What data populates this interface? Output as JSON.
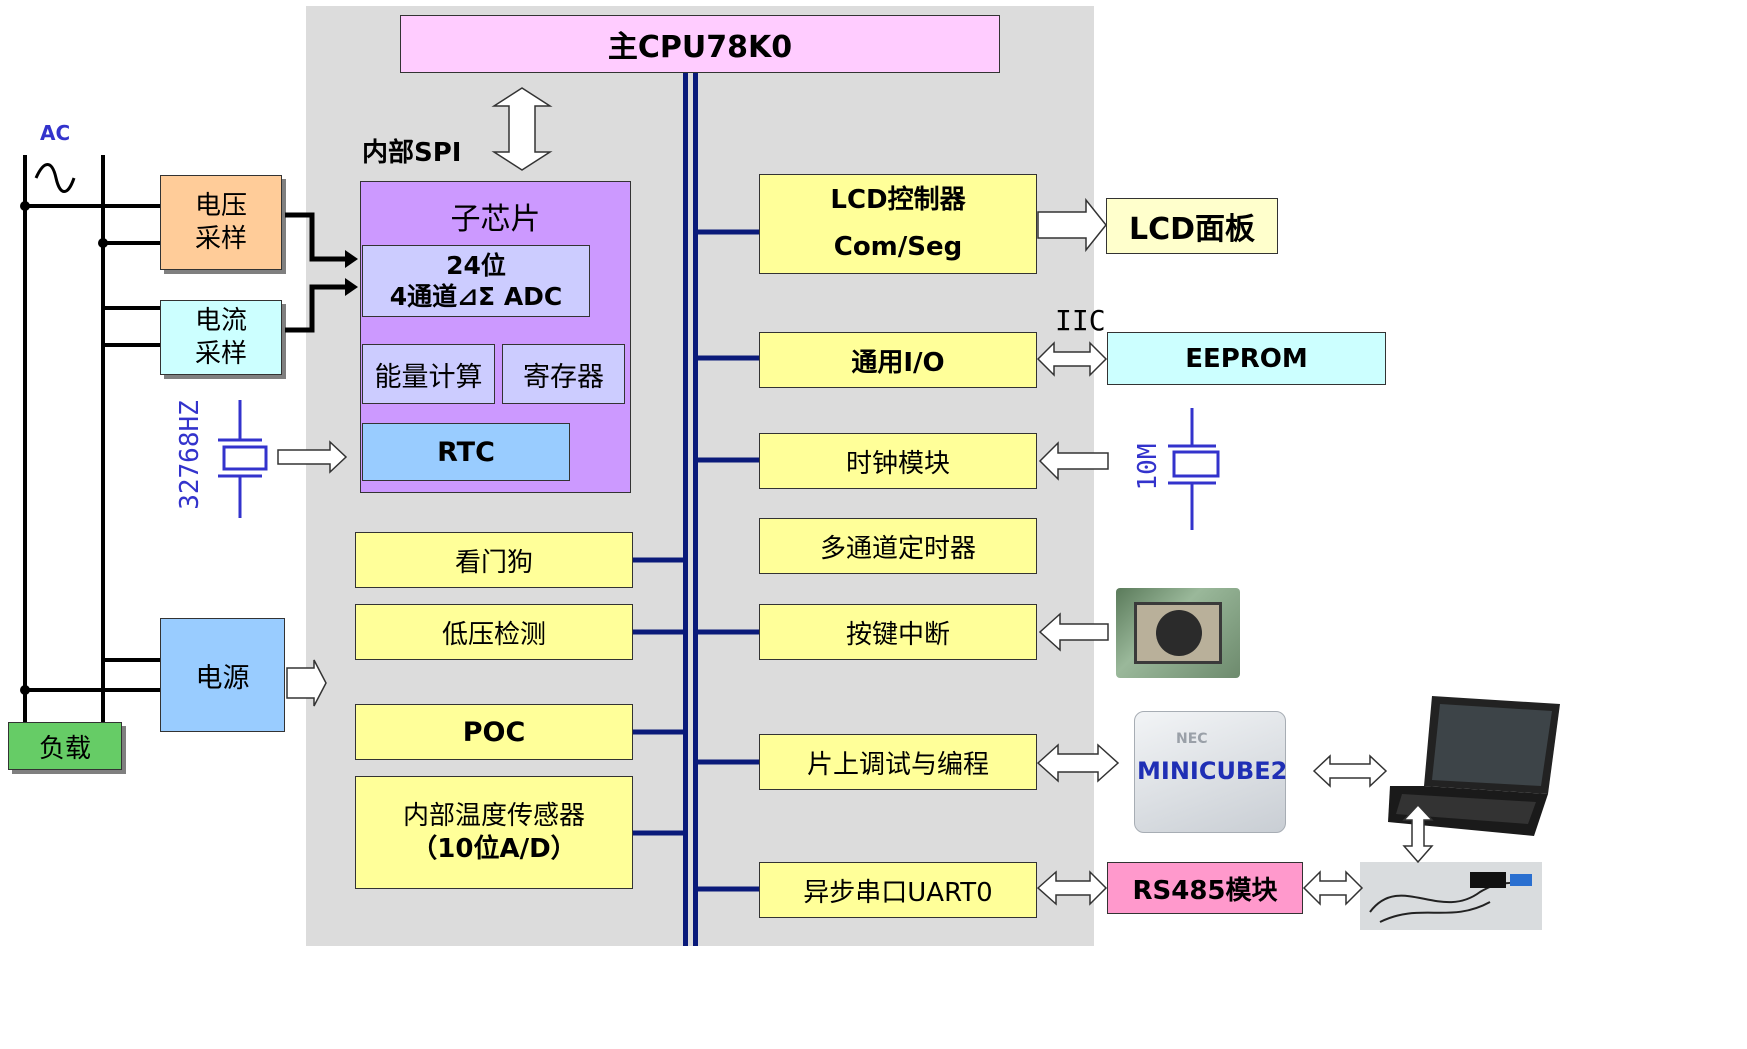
{
  "chip_area_color": "#dcdcdc",
  "main_cpu": {
    "label": "主CPU78K0",
    "color": "#ffccff"
  },
  "spi_label": "内部SPI",
  "ac_label": "AC",
  "left": {
    "voltage": [
      "电压",
      "采样"
    ],
    "current": [
      "电流",
      "采样"
    ],
    "power": "电源",
    "load": "负载",
    "crystal_32k": "32768HZ"
  },
  "subchip": {
    "title": "子芯片",
    "adc": [
      "24位",
      "4通道⊿Σ ADC"
    ],
    "energy": "能量计算",
    "register": "寄存器",
    "rtc": "RTC"
  },
  "left_peripherals": {
    "watchdog": "看门狗",
    "lvd": "低压检测",
    "poc": "POC",
    "temp": [
      "内部温度传感器",
      "（10位A/D）"
    ]
  },
  "right_peripherals": {
    "lcd_ctrl": [
      "LCD控制器",
      "Com/Seg"
    ],
    "gpio": "通用I/O",
    "clock": "时钟模块",
    "timer": "多通道定时器",
    "key_int": "按键中断",
    "debug": "片上调试与编程",
    "uart": "异步串口UART0"
  },
  "external": {
    "lcd_panel": "LCD面板",
    "iic": "IIC",
    "eeprom": "EEPROM",
    "crystal_10m": "10M",
    "minicube": "MINICUBE2",
    "minicube_brand": "NEC",
    "rs485": "RS485模块"
  }
}
